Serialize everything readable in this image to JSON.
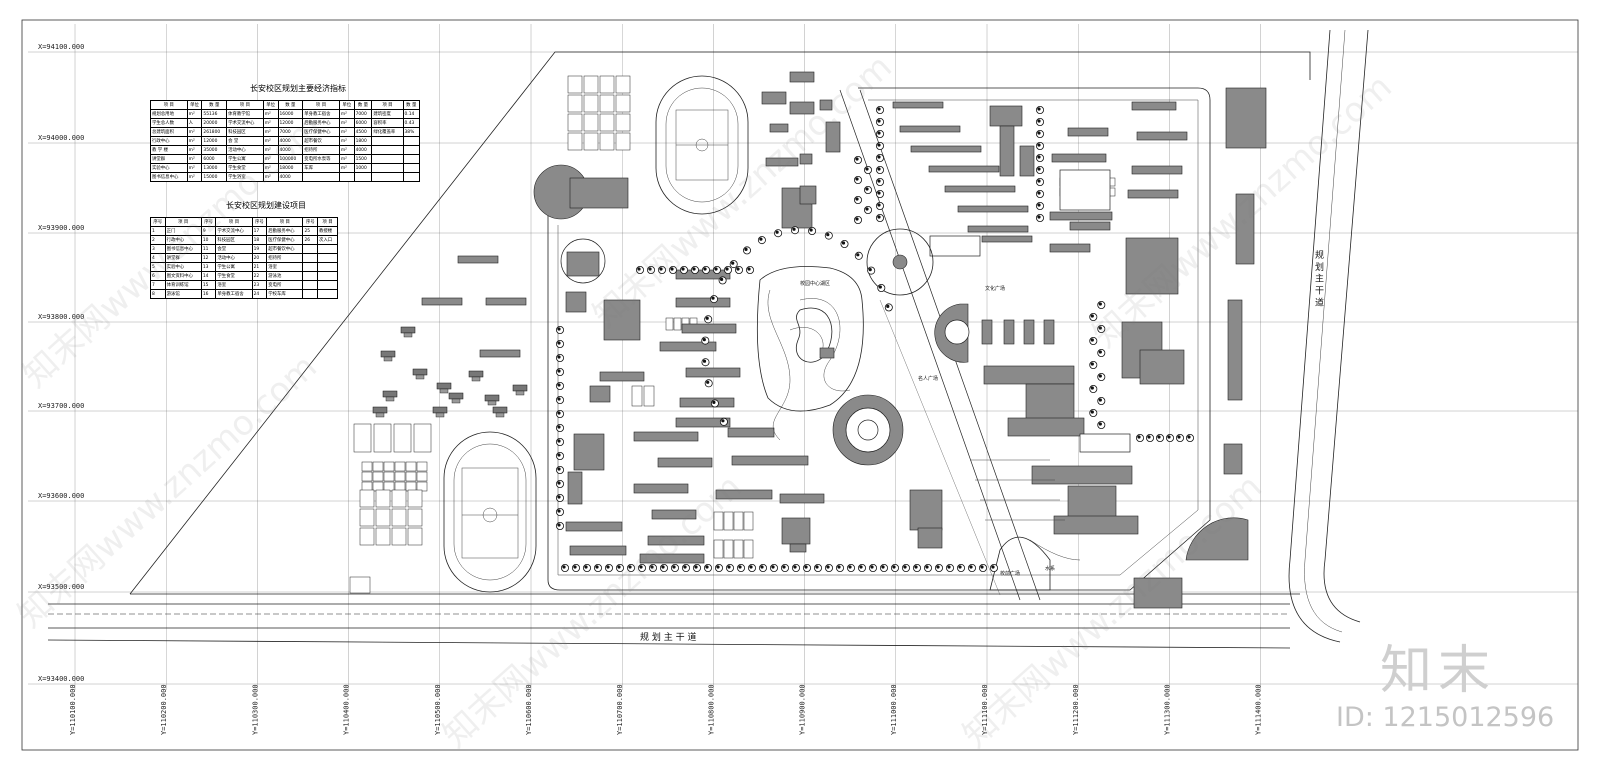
{
  "grid": {
    "x_labels": [
      "X=94100.000",
      "X=94000.000",
      "X=93900.000",
      "X=93800.000",
      "X=93700.000",
      "X=93600.000",
      "X=93500.000",
      "X=93400.000"
    ],
    "y_labels": [
      "Y=110100.000",
      "Y=110200.000",
      "Y=110300.000",
      "Y=110400.000",
      "Y=110500.000",
      "Y=110600.000",
      "Y=110700.000",
      "Y=110800.000",
      "Y=110900.000",
      "Y=111000.000",
      "Y=111100.000",
      "Y=111200.000",
      "Y=111300.000",
      "Y=111400.000"
    ]
  },
  "table1": {
    "title": "长安校区规划主要经济指标",
    "headers": [
      "项 目",
      "单位",
      "数 量",
      "项 目",
      "单位",
      "数 量",
      "项 目",
      "单位",
      "数 量",
      "项 目",
      "数 量"
    ],
    "rows": [
      [
        "规划总用地",
        "m²",
        "55136",
        "体育教学馆",
        "m²",
        "16000",
        "单身教工宿舍",
        "m²",
        "7000",
        "建筑密度",
        "0.14"
      ],
      [
        "学生总人数",
        "人",
        "20000",
        "学术交流中心",
        "m²",
        "12000",
        "后勤服务中心",
        "m²",
        "6000",
        "容积率",
        "0.43"
      ],
      [
        "总建筑面积",
        "m²",
        "261800",
        "科技园区",
        "m²",
        "7000",
        "医疗保健中心",
        "m²",
        "4500",
        "绿化覆盖率",
        "38%"
      ],
      [
        "行政中心",
        "m²",
        "12000",
        "会 堂",
        "m²",
        "4000",
        "超市餐饮",
        "m²",
        "1800",
        "",
        ""
      ],
      [
        "教 学 楼",
        "m²",
        "35000",
        "活动中心",
        "m²",
        "4000",
        "招待所",
        "m²",
        "4000",
        "",
        ""
      ],
      [
        "讲堂群",
        "m²",
        "6000",
        "学生公寓",
        "m²",
        "100000",
        "变电所水泵等",
        "m²",
        "1500",
        "",
        ""
      ],
      [
        "实验中心",
        "m²",
        "13000",
        "学生食堂",
        "m²",
        "18000",
        "车库",
        "m²",
        "1000",
        "",
        ""
      ],
      [
        "图书信息中心",
        "m²",
        "15000",
        "学生浴室",
        "m²",
        "4000",
        "",
        "",
        "",
        "",
        ""
      ]
    ]
  },
  "table2": {
    "title": "长安校区规划建设项目",
    "headers": [
      "序号",
      "项 目",
      "序号",
      "项 目",
      "序号",
      "项 目",
      "序号",
      "项 目"
    ],
    "rows": [
      [
        "1",
        "正门",
        "9",
        "学术交流中心",
        "17",
        "后勤服务中心",
        "25",
        "教授楼"
      ],
      [
        "2",
        "行政中心",
        "10",
        "科技园区",
        "18",
        "医疗保健中心",
        "26",
        "次入口"
      ],
      [
        "3",
        "图书信息中心",
        "11",
        "会堂",
        "19",
        "超市餐饮中心",
        "",
        ""
      ],
      [
        "4",
        "讲堂群",
        "12",
        "活动中心",
        "20",
        "招待所",
        "",
        ""
      ],
      [
        "5",
        "实验中心",
        "13",
        "学生公寓",
        "21",
        "浴室",
        "",
        ""
      ],
      [
        "6",
        "图文资料中心",
        "14",
        "学生食堂",
        "22",
        "游泳池",
        "",
        ""
      ],
      [
        "7",
        "体育训练馆",
        "15",
        "浴室",
        "23",
        "变电所",
        "",
        ""
      ],
      [
        "8",
        "游泳馆",
        "16",
        "单身教工宿舍",
        "24",
        "学校车库",
        "",
        ""
      ]
    ]
  },
  "labels": {
    "road_south": "规 划 主 干 道",
    "road_east": "规 划 主 干 道",
    "central_lake": "校园中心湖区",
    "culture_square": "文化广场",
    "scholar_square": "名人广场",
    "front_square": "校前广场",
    "water": "水系"
  },
  "watermark": {
    "logo_text": "知末",
    "id_text": "ID: 1215012596",
    "site_text": "知末网www.znzmo.com"
  }
}
